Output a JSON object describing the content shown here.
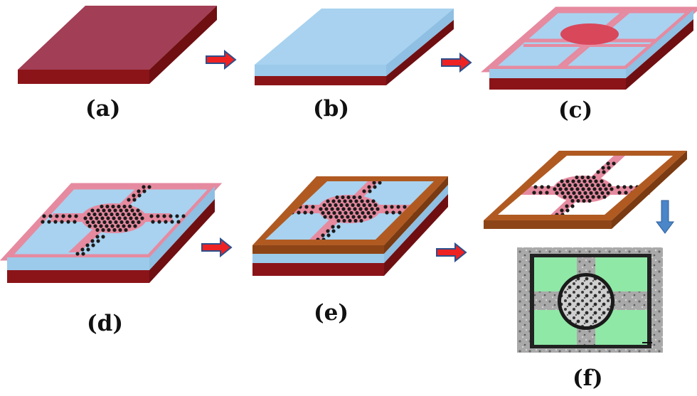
{
  "labels": {
    "a": "(a)",
    "b": "(b)",
    "c": "(c)",
    "d": "(d)",
    "e": "(e)",
    "f": "(f)"
  },
  "colors": {
    "substrate_top": "#a23e55",
    "substrate_side": "#8b1418",
    "layer_blue": "#a8d2ef",
    "layer_blue_side": "#8fbfe3",
    "electrode_pink": "#e68aa0",
    "electrode_center": "#d9475b",
    "hole_dots": "#1b1b1b",
    "frame_top": "#b05a22",
    "frame_side": "#8d4517",
    "arrow_red": "#ee2222",
    "arrow_outline": "#2d4f8c",
    "down_arrow": "#4a86c8",
    "micro_green": "#8fe8a6",
    "micro_gray": "#a8a8a8"
  }
}
